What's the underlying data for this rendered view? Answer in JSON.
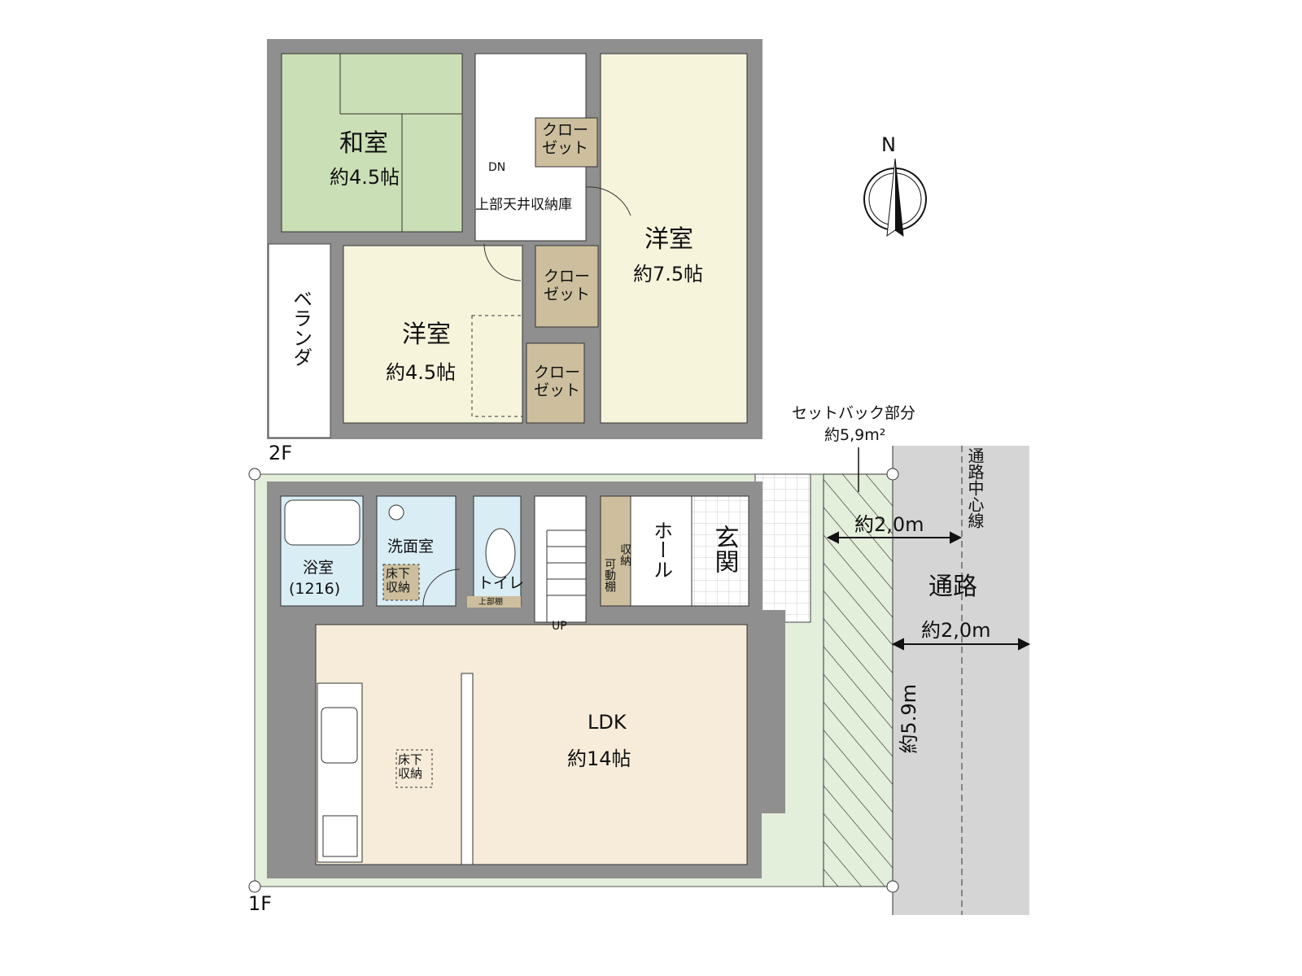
{
  "colors": {
    "wall": "#8f8f8f",
    "site": "#e3eedb",
    "washitsu": "#cbdfb6",
    "youshitsu": "#f7f4dc",
    "closet": "#cdbf9e",
    "water": "#d9edf5",
    "ldk": "#f6ecd9",
    "road": "#d5d5d5"
  },
  "floor2": {
    "label": "2F",
    "washitsu": {
      "name": "和室",
      "size": "約4.5帖"
    },
    "stair_label": "DN",
    "ceiling_storage": "上部天井収納庫",
    "closet": "クローゼット",
    "closet_lines": [
      "クロー",
      "ゼット"
    ],
    "youshitsu_large": {
      "name": "洋室",
      "size": "約7.5帖"
    },
    "youshitsu_small": {
      "name": "洋室",
      "size": "約4.5帖"
    },
    "veranda": "ベランダ"
  },
  "floor1": {
    "label": "1F",
    "bath": {
      "name": "浴室",
      "size": "(1216)"
    },
    "washroom": "洗面室",
    "underfloor_storage": [
      "床下",
      "収納"
    ],
    "toilet": "トイレ",
    "upper_shelf": "上部棚",
    "stair_label": "UP",
    "storage": {
      "name": "収納",
      "shelf": "可動棚"
    },
    "hall": "ホール",
    "entrance": "玄関",
    "ldk": {
      "name": "LDK",
      "size": "約14帖"
    }
  },
  "compass": {
    "label": "N",
    "icon": "north-arrow-icon"
  },
  "setback": {
    "title": "セットバック部分",
    "area": "約5,9m²",
    "width": "約2,0m"
  },
  "road": {
    "name": "通路",
    "centerline": "通路中心線",
    "width": "約2,0m",
    "length": "約5.9m"
  }
}
